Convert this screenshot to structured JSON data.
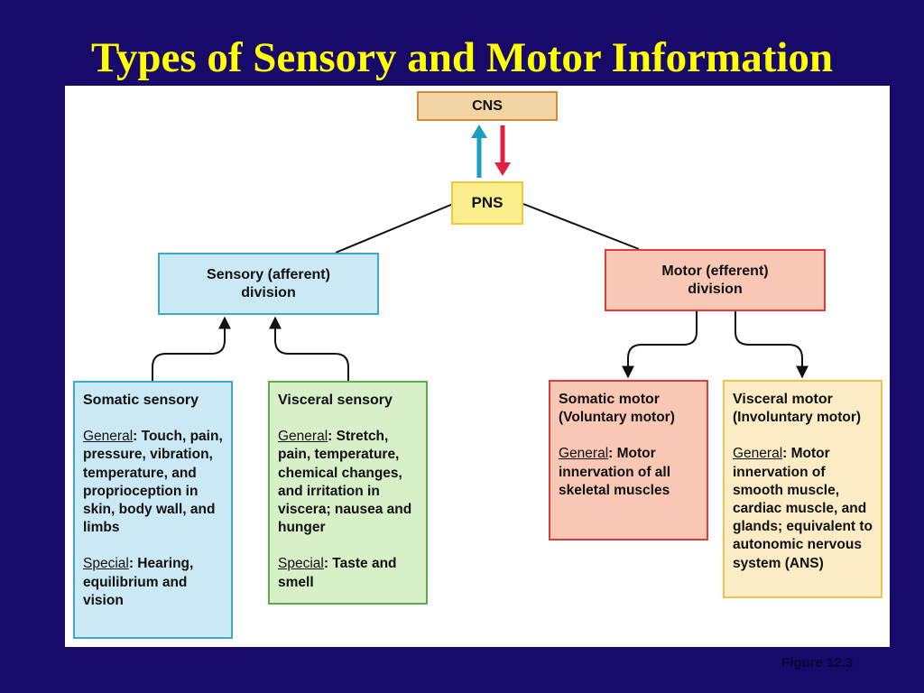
{
  "title": "Types of Sensory and Motor Information",
  "figure_label": "Figure 12.3",
  "colors": {
    "background": "#170a6b",
    "title": "#ffff00",
    "ascending_arrow": "#1a9fc2",
    "descending_arrow": "#e0203c"
  },
  "nodes": {
    "cns": {
      "label": "CNS"
    },
    "pns": {
      "label": "PNS"
    },
    "sensory_division": {
      "line1": "Sensory (afferent)",
      "line2": "division"
    },
    "motor_division": {
      "line1": "Motor (efferent)",
      "line2": "division"
    },
    "somatic_sensory": {
      "heading": "Somatic sensory",
      "general_label": "General",
      "general_text": ": Touch, pain, pressure, vibration, temperature, and proprioception in skin, body wall, and limbs",
      "special_label": "Special",
      "special_text": ": Hearing, equilibrium and vision"
    },
    "visceral_sensory": {
      "heading": "Visceral sensory",
      "general_label": "General",
      "general_text": ": Stretch, pain, temperature, chemical changes, and irritation in viscera; nausea and hunger",
      "special_label": "Special",
      "special_text": ": Taste and smell"
    },
    "somatic_motor": {
      "heading": "Somatic motor",
      "subheading": "(Voluntary motor)",
      "general_label": "General",
      "general_text": ": Motor innervation of all skeletal muscles"
    },
    "visceral_motor": {
      "heading": "Visceral motor",
      "subheading": "(Involuntary motor)",
      "general_label": "General",
      "general_text": ": Motor innervation of smooth muscle, cardiac muscle, and glands; equivalent to autonomic nervous system (ANS)"
    }
  }
}
